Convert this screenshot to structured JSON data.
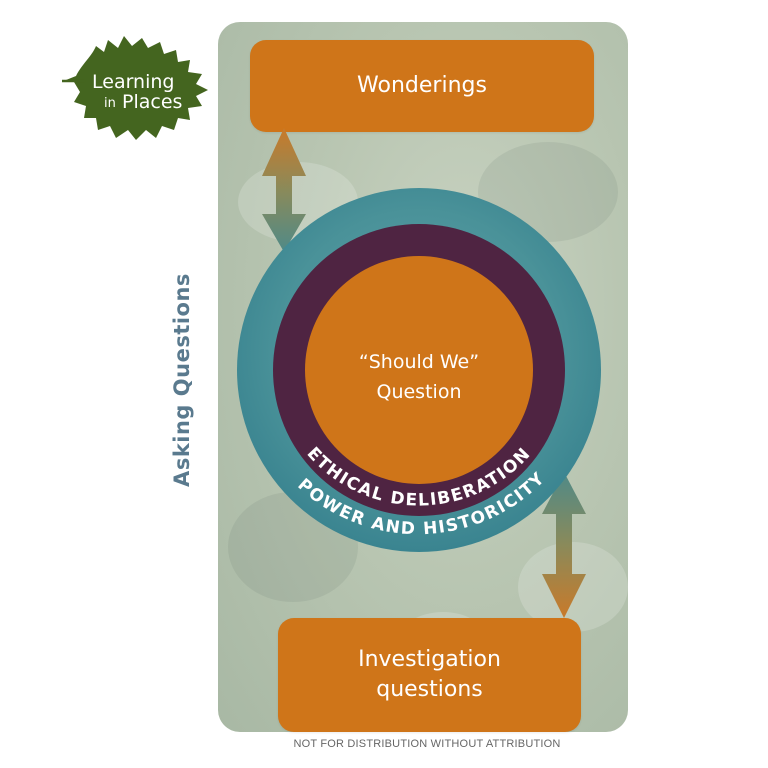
{
  "logo": {
    "line1": "Learning",
    "line2_a": "in",
    "line2_b": "Places"
  },
  "side_label": "Asking Questions",
  "wonderings": "Wonderings",
  "center": {
    "line1": "“Should We”",
    "line2": "Question"
  },
  "ring_inner": "ETHICAL DELIBERATION",
  "ring_outer": "POWER AND HISTORICITY",
  "investigation": {
    "line1": "Investigation",
    "line2": "questions"
  },
  "footer": "NOT FOR DISTRIBUTION WITHOUT ATTRIBUTION",
  "colors": {
    "orange": "#cf7519",
    "teal": "#3f8f9a",
    "plum": "#4f2442",
    "leaf": "#44651f",
    "label_blue": "#5a7a8e"
  }
}
